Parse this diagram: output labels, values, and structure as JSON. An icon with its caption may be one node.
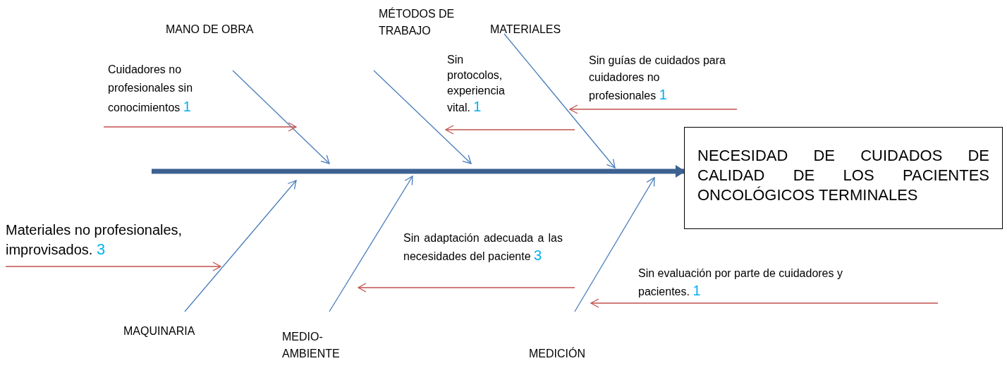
{
  "diagram": {
    "nodes": [
      {
        "text": [
          "NECESIDAD DE CUIDADOS DE CALIDAD DE LOS PACIENTES ONCOLÓGICOS TERMINALES"
        ]
      },
      {
        "text": [
          "MANO DE OBRA"
        ]
      },
      {
        "text": [
          "MÉTODOS DE TRABAJO"
        ]
      },
      {
        "text": [
          "MATERIALES"
        ]
      },
      {
        "text": [
          "MAQUINARIA"
        ]
      },
      {
        "text": [
          "MEDIO-AMBIENTE"
        ]
      },
      {
        "text": [
          "MEDICIÓN"
        ]
      },
      {
        "text": [
          "Cuidadores no profesionales sin conocimientos",
          "1"
        ]
      },
      {
        "text": [
          "Sin protocolos, experiencia vital.",
          "1"
        ]
      },
      {
        "text": [
          "Sin guías de cuidados para cuidadores no profesionales",
          "1"
        ]
      },
      {
        "text": [
          "Materiales no profesionales, improvisados.",
          "3"
        ]
      },
      {
        "text": [
          "Sin adaptación adecuada a las necesidades del paciente",
          "3"
        ]
      },
      {
        "text": [
          "Sin evaluación por parte de cuidadores y pacientes.",
          "1"
        ]
      }
    ],
    "edges": [
      {
        "from": null,
        "to": 0,
        "arrow": "to",
        "style": "thick",
        "color": "#3d6191"
      },
      {
        "from": 1,
        "to": null,
        "arrow": "to"
      },
      {
        "from": 2,
        "to": null,
        "arrow": "to"
      },
      {
        "from": 3,
        "to": null,
        "arrow": "to"
      },
      {
        "from": 4,
        "to": null,
        "arrow": "to"
      },
      {
        "from": 5,
        "to": null,
        "arrow": "to"
      },
      {
        "from": 6,
        "to": null,
        "arrow": "to"
      },
      {
        "from": 7,
        "to": null,
        "arrow": "to",
        "color": "#c0504d"
      },
      {
        "from": null,
        "to": 8,
        "arrow": "to",
        "color": "#c0504d"
      },
      {
        "from": null,
        "to": 9,
        "arrow": "to",
        "color": "#c0504d"
      },
      {
        "from": 10,
        "to": null,
        "arrow": "to",
        "color": "#c0504d"
      },
      {
        "from": 11,
        "to": null,
        "arrow": "to",
        "color": "#c0504d"
      },
      {
        "from": null,
        "to": 12,
        "arrow": "to",
        "color": "#c0504d"
      }
    ]
  }
}
